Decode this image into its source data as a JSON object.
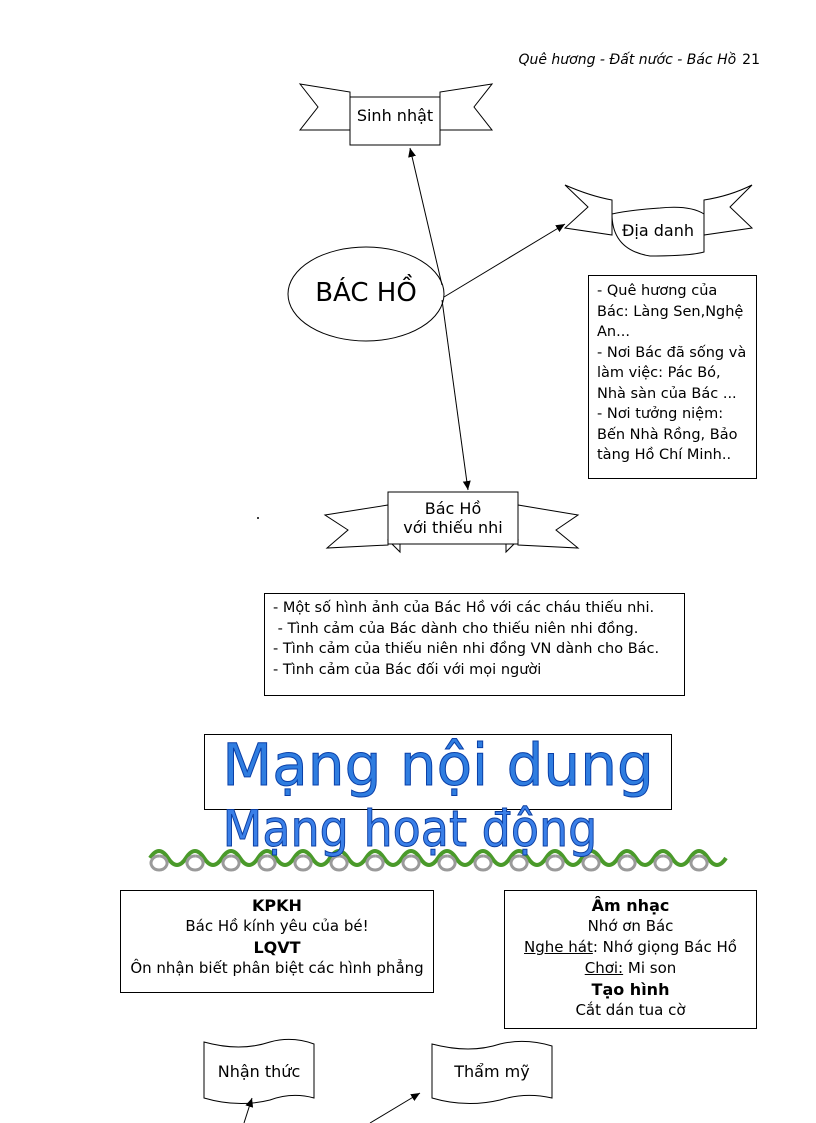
{
  "header": {
    "text": "Quê hương - Đất nước - Bác Hồ",
    "page": "21"
  },
  "center": "BÁC HỒ",
  "ribbons": {
    "sinh_nhat": "Sinh nhật",
    "dia_danh": "Địa danh",
    "thieu_nhi_line1": "Bác Hồ",
    "thieu_nhi_line2": "với thiếu nhi"
  },
  "dia_danh_box": [
    "- Quê hương của",
    "Bác: Làng Sen,Nghệ",
    "An...",
    "- Nơi Bác đã sống và",
    "làm việc: Pác Bó,",
    "Nhà sàn của Bác ...",
    "- Nơi tưởng niệm:",
    "Bến Nhà Rồng, Bảo",
    "tàng Hồ Chí Minh.."
  ],
  "thieu_nhi_box": [
    "- Một số hình ảnh của Bác Hồ với các cháu thiếu nhi.",
    " - Tình cảm của Bác dành cho thiếu niên nhi đồng.",
    "- Tình cảm của thiếu niên nhi đồng VN dành cho Bác.",
    "- Tình cảm của Bác đối với mọi người"
  ],
  "title1": "Mạng nội dung",
  "title2": "Mạng hoạt động",
  "left_box": {
    "h1": "KPKH",
    "l1": "Bác Hồ kính yêu của bé!",
    "h2": "LQVT",
    "l2": "Ôn nhận biết phân biệt các hình phẳng"
  },
  "right_box": {
    "h1": "Âm nhạc",
    "l1": "Nhớ ơn Bác",
    "l2_u": "Nghe hát",
    "l2_rest": ": Nhớ giọng Bác Hồ",
    "l3_u": "Chơi:",
    "l3_rest": " Mi son",
    "h2": "Tạo hình",
    "l4": "Cắt dán tua cờ"
  },
  "flags": {
    "nhan_thuc": "Nhận thức",
    "tham_my": "Thẩm mỹ"
  }
}
